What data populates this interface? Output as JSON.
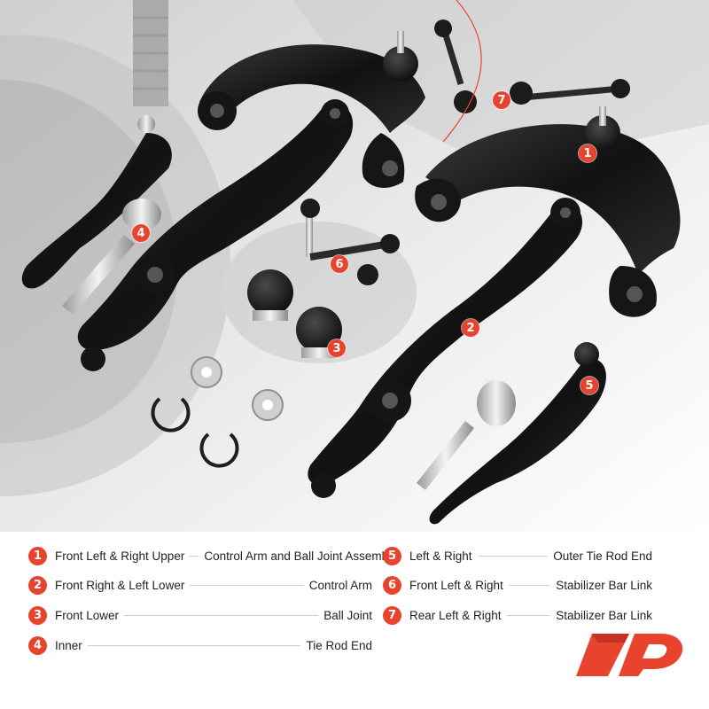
{
  "badges": [
    "1",
    "2",
    "3",
    "4",
    "5",
    "6",
    "7"
  ],
  "legend": {
    "items": [
      {
        "num": "1",
        "left": "Front Left & Right Upper",
        "right": "Control Arm and Ball Joint Assembly"
      },
      {
        "num": "2",
        "left": "Front Right & Left Lower",
        "right": "Control Arm"
      },
      {
        "num": "3",
        "left": "Front Lower",
        "right": "Ball Joint"
      },
      {
        "num": "4",
        "left": "Inner",
        "right": "Tie Rod End"
      },
      {
        "num": "5",
        "left": "Left & Right",
        "right": "Outer Tie Rod End"
      },
      {
        "num": "6",
        "left": "Front Left & Right",
        "right": "Stabilizer Bar Link"
      },
      {
        "num": "7",
        "left": "Rear Left & Right",
        "right": "Stabilizer Bar Link"
      }
    ]
  },
  "colors": {
    "accent": "#e8432d",
    "part": "#1b1b1b",
    "background": "#e6e6e6"
  },
  "icons": {
    "logo": "brand-logo-icon"
  }
}
